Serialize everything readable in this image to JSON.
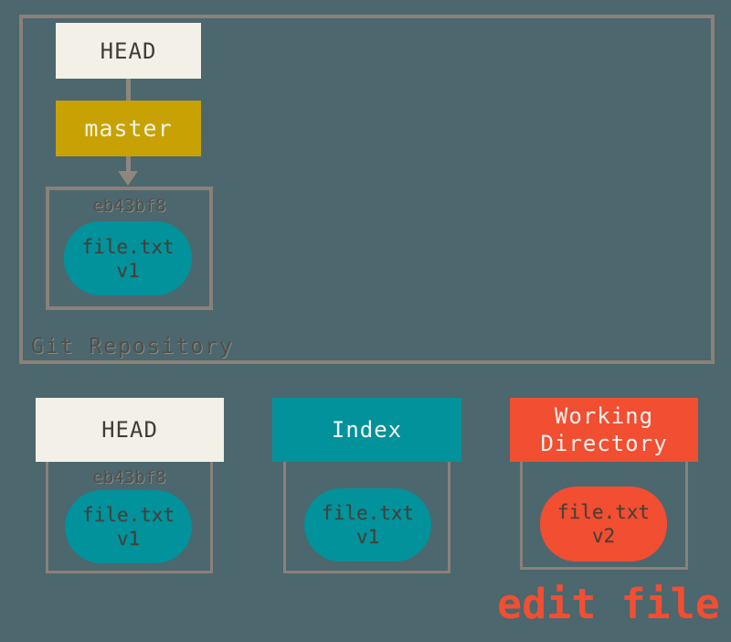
{
  "colors": {
    "background": "#4c676e",
    "border_gray": "#8b8178",
    "cream": "#f2f0e7",
    "gold": "#c8a202",
    "teal": "#02929b",
    "orange": "#f14e32",
    "dark_text": "#403c38",
    "light_text": "#f4f1ea",
    "muted_label": "#554e46"
  },
  "repository": {
    "label": "Git Repository",
    "head_label": "HEAD",
    "branch_label": "master",
    "commit": {
      "hash": "eb43bf8",
      "file_name": "file.txt",
      "file_version": "v1"
    }
  },
  "columns": [
    {
      "header": "HEAD",
      "hash": "eb43bf8",
      "file_name": "file.txt",
      "file_version": "v1"
    },
    {
      "header": "Index",
      "file_name": "file.txt",
      "file_version": "v1"
    },
    {
      "header": "Working Directory",
      "file_name": "file.txt",
      "file_version": "v2"
    }
  ],
  "annotation": "edit file"
}
